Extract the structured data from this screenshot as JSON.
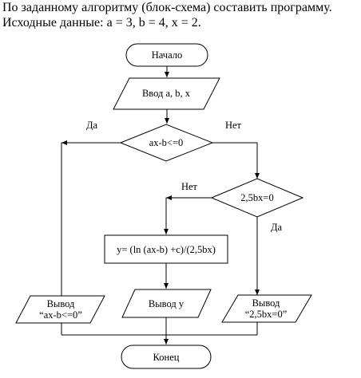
{
  "task": {
    "line1": "По заданному алгоритму (блок-схема) составить программу.",
    "line2": "Исходные данные: a = 3, b = 4, x = 2."
  },
  "flowchart": {
    "start": "Начало",
    "input": "Ввод a, b, x",
    "cond1": "ax-b<=0",
    "cond1_yes": "Да",
    "cond1_no": "Нет",
    "cond2": "2,5bx=0",
    "cond2_no": "Нет",
    "cond2_yes": "Да",
    "formula": "y= (ln (ax-b) +c)/(2,5bx)",
    "out1_line1": "Вывод",
    "out1_line2": "“ax-b<=0”",
    "out2": "Вывод y",
    "out3_line1": "Вывод",
    "out3_line2": "“2,5bx=0”",
    "end": "Конец"
  }
}
